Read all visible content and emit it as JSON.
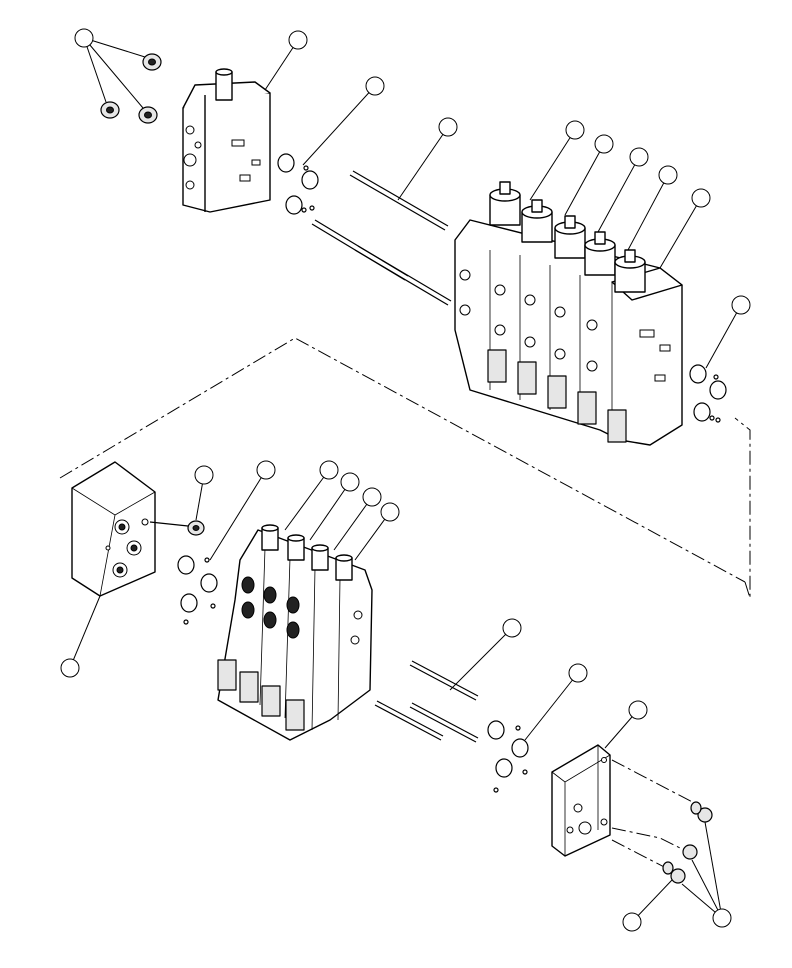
{
  "diagram": {
    "callouts": [
      {
        "id": "c1"
      },
      {
        "id": "c2"
      },
      {
        "id": "c3"
      },
      {
        "id": "c4"
      },
      {
        "id": "c5"
      },
      {
        "id": "c6"
      },
      {
        "id": "c7"
      },
      {
        "id": "c8"
      },
      {
        "id": "c9"
      },
      {
        "id": "c10"
      },
      {
        "id": "c11"
      },
      {
        "id": "c12"
      },
      {
        "id": "c13"
      },
      {
        "id": "c14"
      },
      {
        "id": "c15"
      },
      {
        "id": "c16"
      },
      {
        "id": "c17"
      },
      {
        "id": "c18"
      },
      {
        "id": "c19"
      },
      {
        "id": "c20"
      },
      {
        "id": "c21"
      },
      {
        "id": "c22"
      },
      {
        "id": "c23"
      },
      {
        "id": "c24"
      }
    ]
  }
}
